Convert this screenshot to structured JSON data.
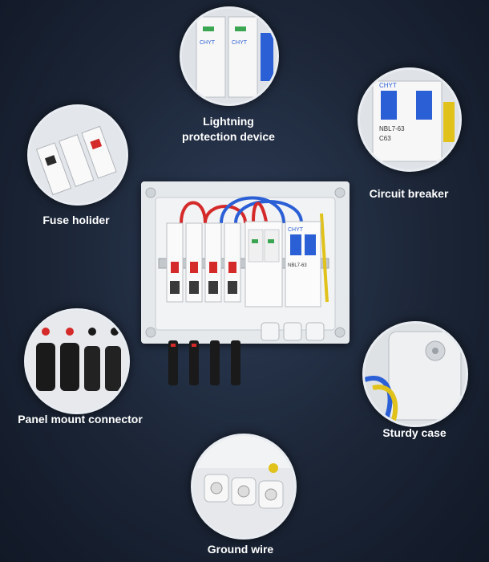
{
  "labels": {
    "lightning": "Lightning\nprotection device",
    "circuit_breaker": "Circuit breaker",
    "fuse_holder": "Fuse holider",
    "panel_connector": "Panel mount connector",
    "sturdy_case": "Sturdy case",
    "ground_wire": "Ground wire"
  },
  "device_text": {
    "brand": "CHYT",
    "breaker_model": "NBL7-63",
    "breaker_rating": "C63"
  },
  "colors": {
    "background": "#1b2536",
    "case": "#e6e9ec",
    "wire_red": "#d42a2a",
    "wire_blue": "#2b5fd6",
    "wire_yellow": "#e0c21a",
    "connector": "#1a1a1a"
  }
}
